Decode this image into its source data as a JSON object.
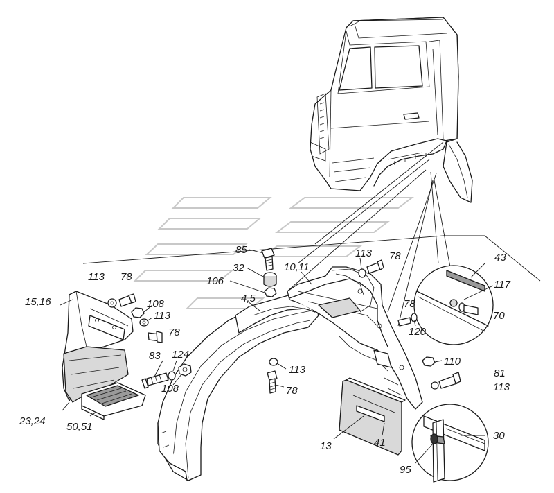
{
  "labels": {
    "l85": "85",
    "l32": "32",
    "l106": "106",
    "l4_5": "4,5",
    "l10_11": "10,11",
    "l113_top": "113",
    "l78_top": "78",
    "l43": "43",
    "l117": "117",
    "l70": "70",
    "l78_mid": "78",
    "l120": "120",
    "l113_left": "113",
    "l78_left": "78",
    "l15_16": "15,16",
    "l108_a": "108",
    "l113_b": "113",
    "l78_b": "78",
    "l83": "83",
    "l124": "124",
    "l108_b": "108",
    "l113_c": "113",
    "l78_c": "78",
    "l110": "110",
    "l81": "81",
    "l113_d": "113",
    "l23_24": "23,24",
    "l50_51": "50,51",
    "l13": "13",
    "l41": "41",
    "l30": "30",
    "l95": "95"
  }
}
